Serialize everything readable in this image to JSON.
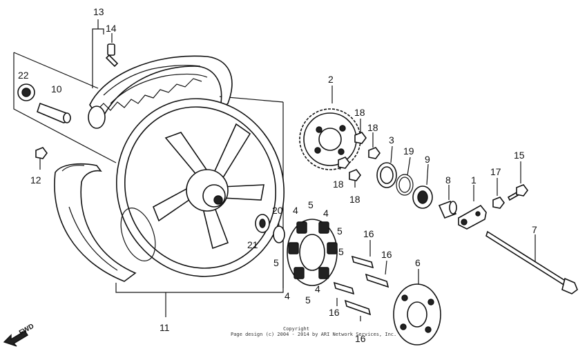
{
  "callouts": [
    {
      "id": "13",
      "text": "13"
    },
    {
      "id": "14",
      "text": "14"
    },
    {
      "id": "22",
      "text": "22"
    },
    {
      "id": "10",
      "text": "10"
    },
    {
      "id": "12",
      "text": "12"
    },
    {
      "id": "2",
      "text": "2"
    },
    {
      "id": "18a",
      "text": "18"
    },
    {
      "id": "18b",
      "text": "18"
    },
    {
      "id": "18c",
      "text": "18"
    },
    {
      "id": "18d",
      "text": "18"
    },
    {
      "id": "3",
      "text": "3"
    },
    {
      "id": "19",
      "text": "19"
    },
    {
      "id": "9",
      "text": "9"
    },
    {
      "id": "8",
      "text": "8"
    },
    {
      "id": "1",
      "text": "1"
    },
    {
      "id": "17",
      "text": "17"
    },
    {
      "id": "15",
      "text": "15"
    },
    {
      "id": "7",
      "text": "7"
    },
    {
      "id": "20",
      "text": "20"
    },
    {
      "id": "21",
      "text": "21"
    },
    {
      "id": "4a",
      "text": "4"
    },
    {
      "id": "4b",
      "text": "4"
    },
    {
      "id": "4c",
      "text": "4"
    },
    {
      "id": "4d",
      "text": "4"
    },
    {
      "id": "5a",
      "text": "5"
    },
    {
      "id": "5b",
      "text": "5"
    },
    {
      "id": "5c",
      "text": "5"
    },
    {
      "id": "5d",
      "text": "5"
    },
    {
      "id": "5e",
      "text": "5"
    },
    {
      "id": "16a",
      "text": "16"
    },
    {
      "id": "16b",
      "text": "16"
    },
    {
      "id": "16c",
      "text": "16"
    },
    {
      "id": "16d",
      "text": "16"
    },
    {
      "id": "6",
      "text": "6"
    },
    {
      "id": "11",
      "text": "11"
    }
  ],
  "fwd_label": "FWD",
  "copyright_line1": "Copyright",
  "copyright_line2": "Page design (c) 2004 - 2014 by ARI Network Services, Inc."
}
